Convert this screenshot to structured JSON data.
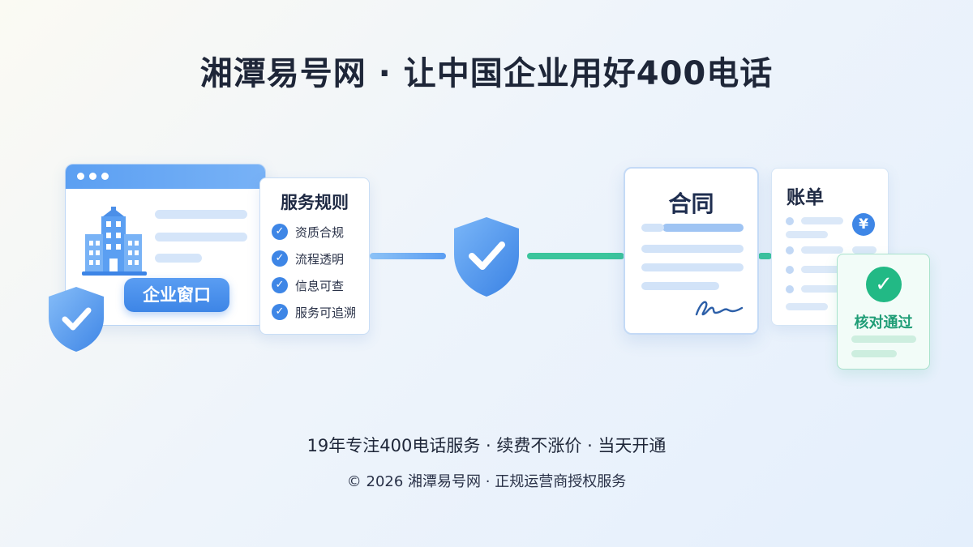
{
  "title": "湘潭易号网 · 让中国企业用好400电话",
  "left_panel": {
    "enterprise_button": "企业窗口",
    "rules_title": "服务规则",
    "rules": [
      "资质合规",
      "流程透明",
      "信息可查",
      "服务可追溯"
    ]
  },
  "contract": {
    "title": "合同"
  },
  "bill": {
    "title": "账单",
    "currency_symbol": "¥"
  },
  "verified": {
    "label": "核对通过"
  },
  "slogan": "19年专注400电话服务 · 续费不涨价 · 当天开通",
  "copyright": "© 2026 湘潭易号网 · 正规运营商授权服务",
  "colors": {
    "primary_blue": "#3e86e6",
    "accent_green": "#22b985",
    "title_dark": "#1e2638"
  },
  "icons": [
    "building-icon",
    "shield-check-icon",
    "check-circle-icon",
    "signature-icon",
    "yen-icon"
  ]
}
